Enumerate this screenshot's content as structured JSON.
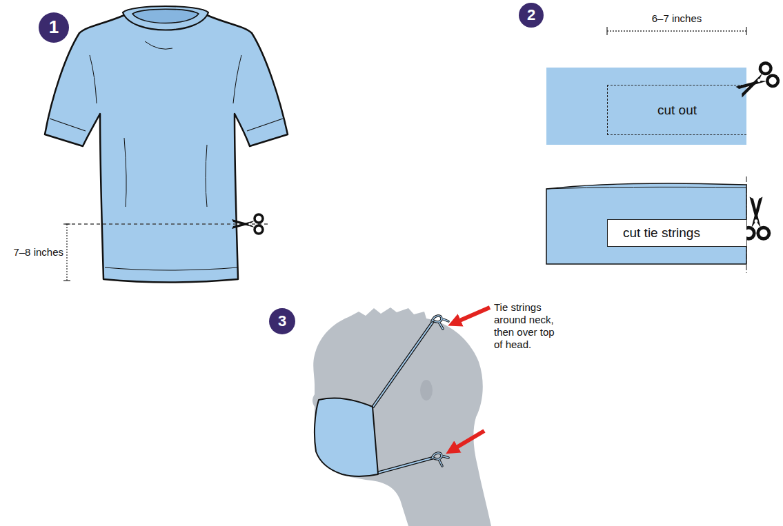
{
  "diagram": {
    "nodes": [
      {
        "text": [
          "1"
        ]
      },
      {
        "text": [
          "2"
        ]
      },
      {
        "text": [
          "cut out"
        ]
      },
      {
        "text": [
          "cut tie strings"
        ]
      },
      {
        "text": [
          "3"
        ]
      }
    ],
    "labels": [
      "7–8 inches",
      "6–7 inches",
      "Tie strings around neck, then over top of head."
    ]
  }
}
